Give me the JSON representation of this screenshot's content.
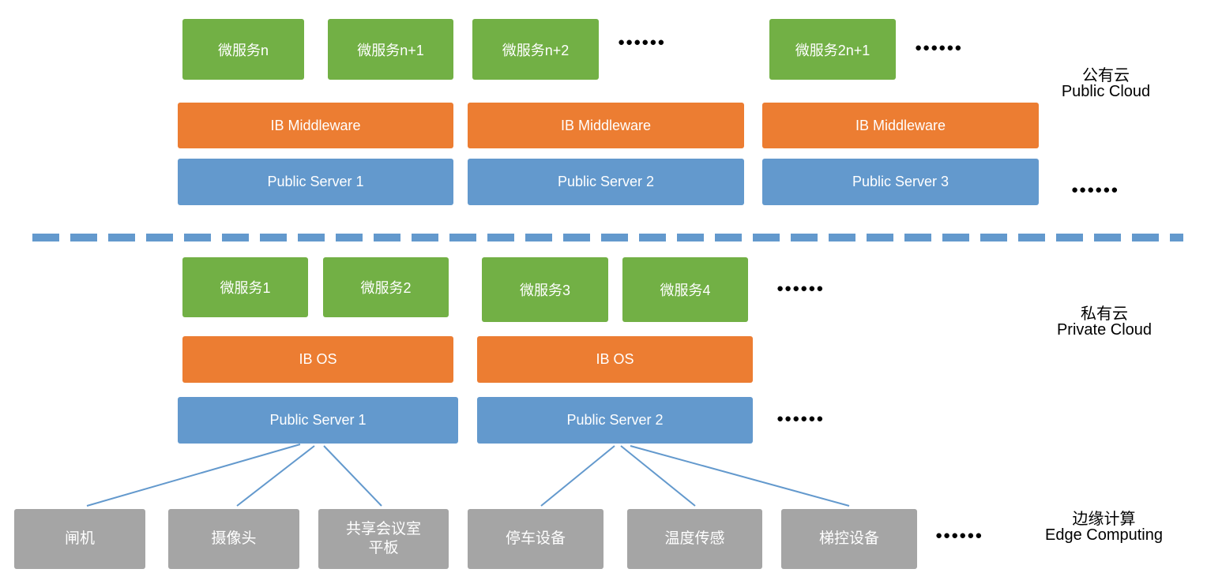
{
  "public_cloud": {
    "label_cn": "公有云",
    "label_en": "Public Cloud",
    "microservices": [
      "微服务n",
      "微服务n+1",
      "微服务n+2",
      "微服务2n+1"
    ],
    "middleware": [
      "IB Middleware",
      "IB Middleware",
      "IB Middleware"
    ],
    "servers": [
      "Public Server 1",
      "Public Server 2",
      "Public Server 3"
    ]
  },
  "private_cloud": {
    "label_cn": "私有云",
    "label_en": "Private Cloud",
    "microservices": [
      "微服务1",
      "微服务2",
      "微服务3",
      "微服务4"
    ],
    "os": [
      "IB OS",
      "IB OS"
    ],
    "servers": [
      "Public Server 1",
      "Public Server 2"
    ]
  },
  "edge_computing": {
    "label_cn": "边缘计算",
    "label_en": "Edge Computing",
    "devices": [
      "闸机",
      "摄像头",
      "共享会议室\n平板",
      "停车设备",
      "温度传感",
      "梯控设备"
    ]
  },
  "ellipsis": "●●●●●●",
  "colors": {
    "microservice": "#72b045",
    "middleware": "#ec7d32",
    "server": "#6399cd",
    "device": "#a5a5a5",
    "divider": "#6399cd",
    "connector": "#6399cd"
  }
}
